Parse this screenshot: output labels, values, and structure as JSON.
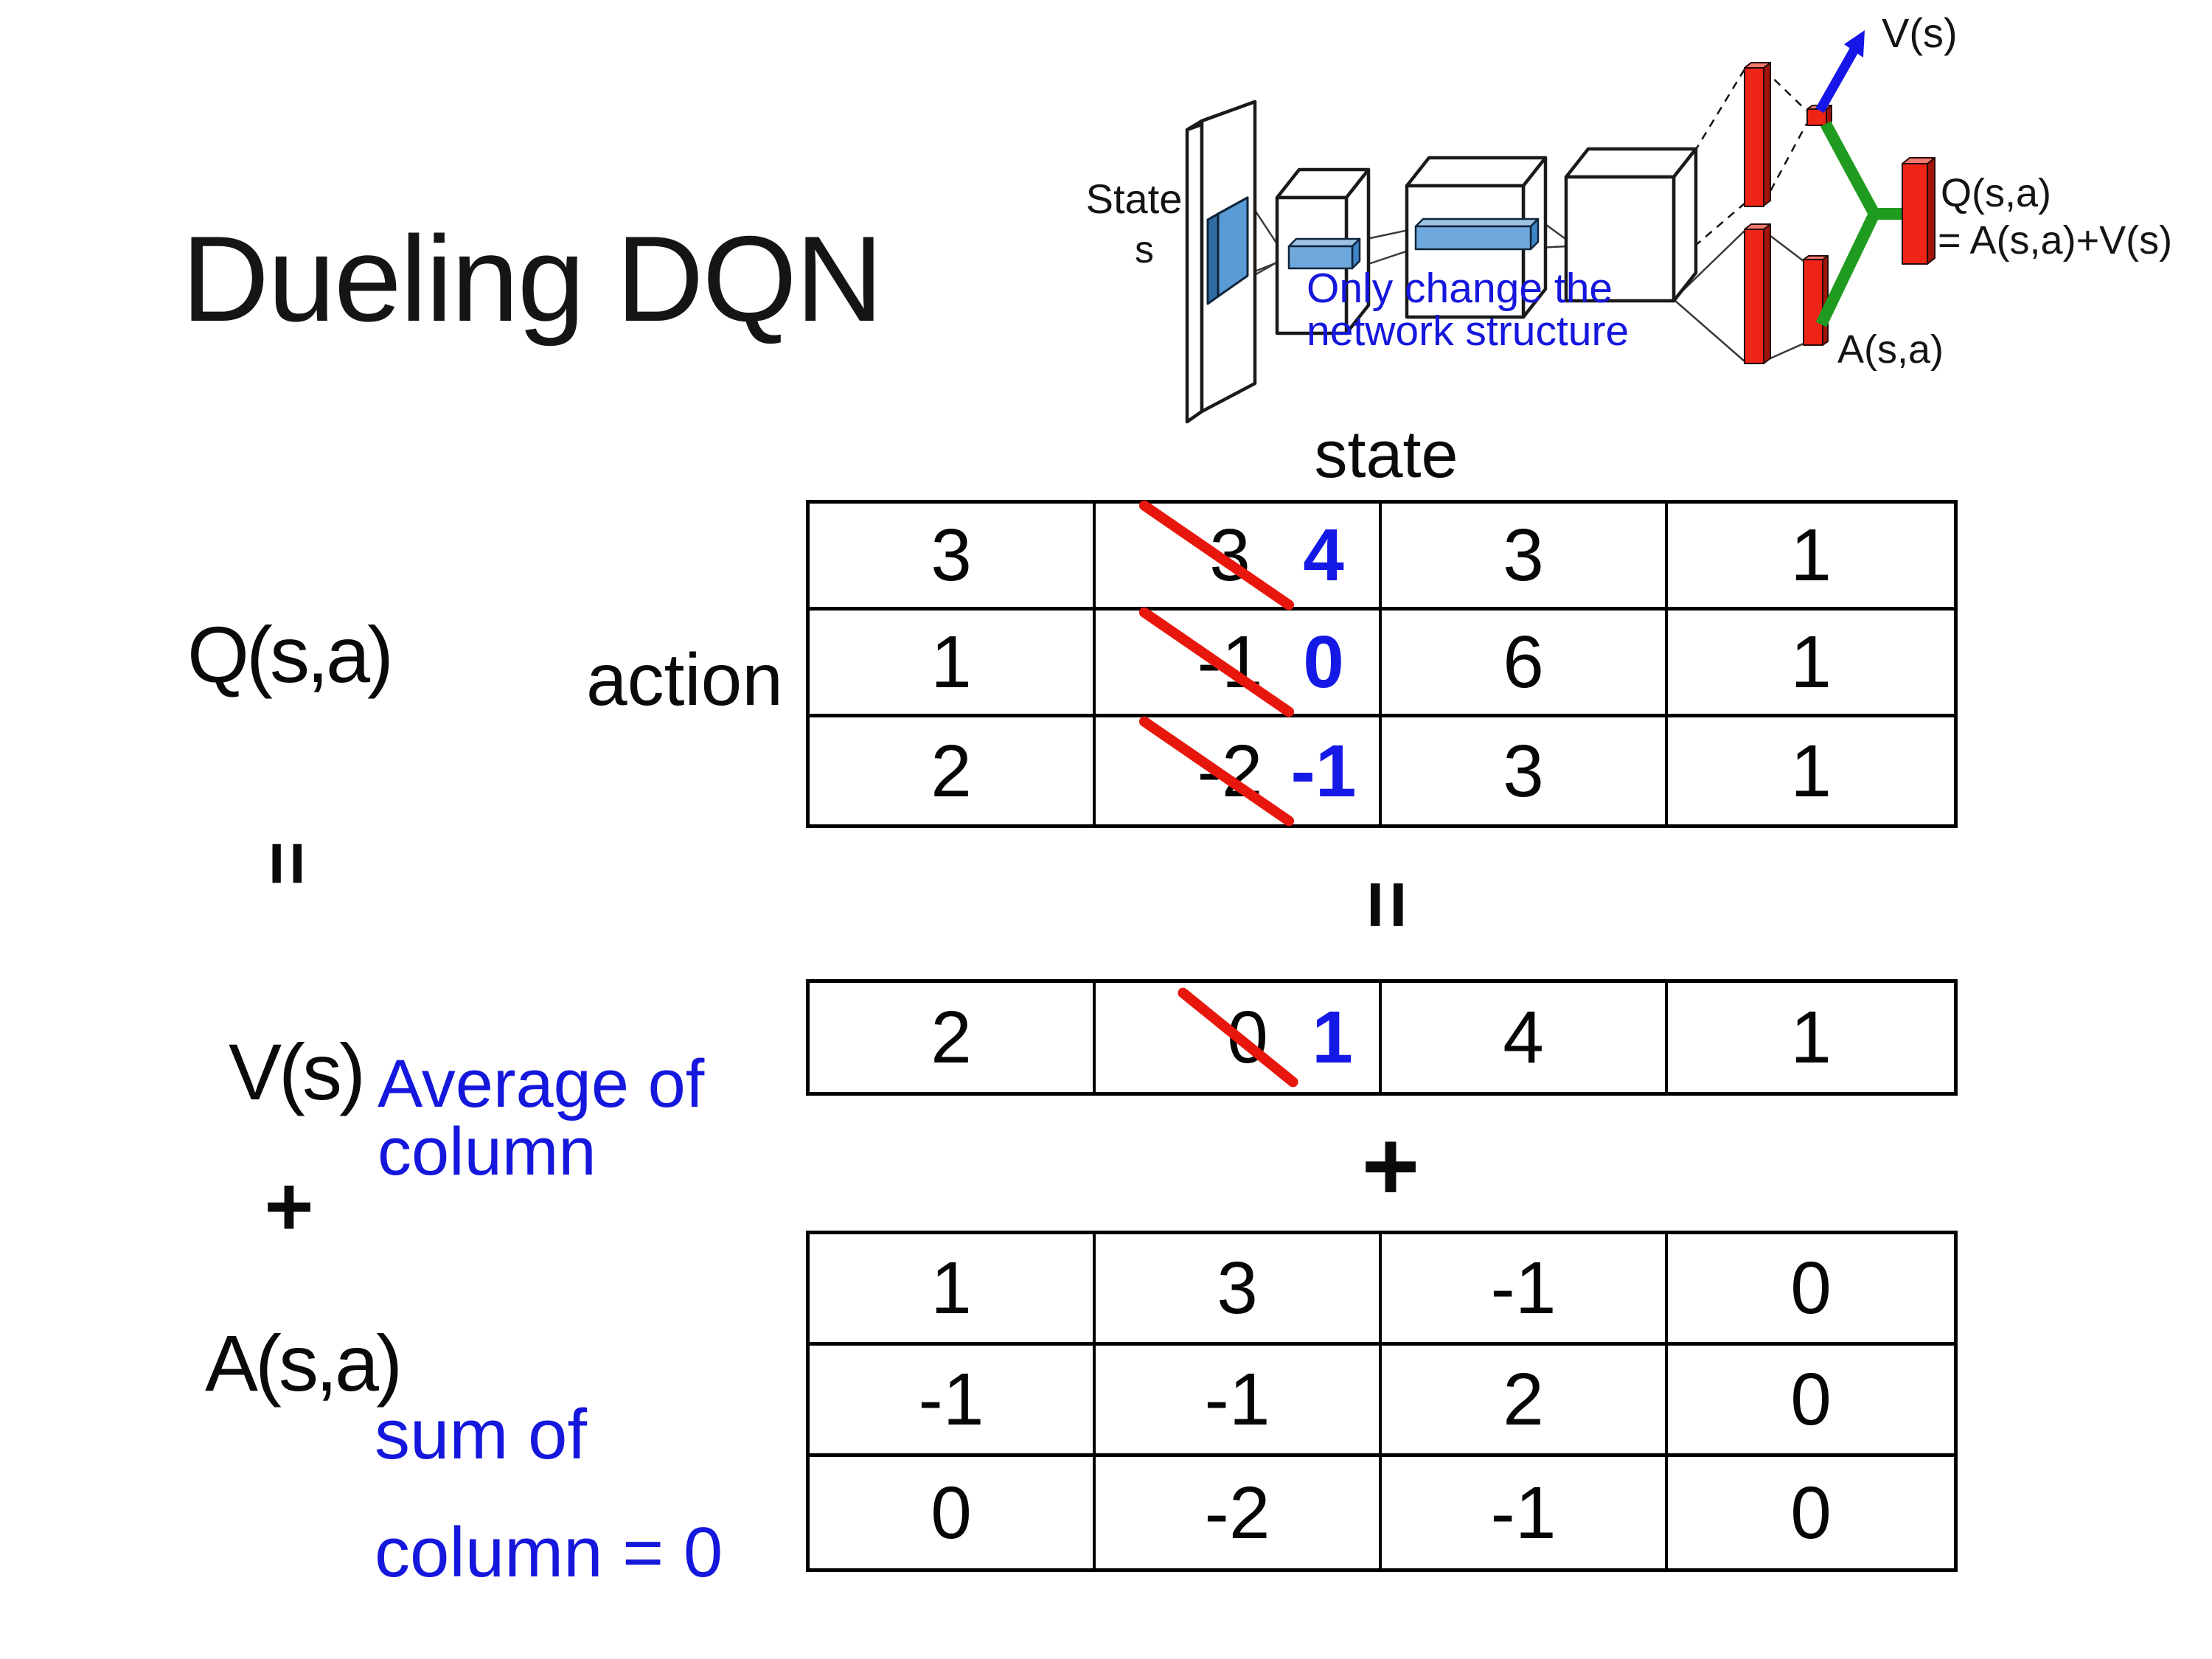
{
  "title": "Dueling DQN",
  "colors": {
    "accent_blue": "#1517dc",
    "digit_blue": "#1519e6",
    "strike_red": "#e8170d",
    "bar_red": "#ee2417",
    "merge_green": "#1f9c1f",
    "conv_blue": "#5b9bd5"
  },
  "network_diagram": {
    "input_label_line1": "State",
    "input_label_line2": "s",
    "note_line1": "Only change the",
    "note_line2": "network structure",
    "v_label": "V(s)",
    "q_label": "Q(s,a)",
    "q_eq_label": "= A(s,a)+V(s)",
    "a_label": "A(s,a)"
  },
  "matrix": {
    "state_label": "state",
    "action_label": "action",
    "q_label": "Q(s,a)",
    "equals_left": "=",
    "v_label": "V(s)",
    "plus_left": "+",
    "a_label": "A(s,a)",
    "equals_mid": "=",
    "plus_mid": "+",
    "avg_note_line1": "Average of",
    "avg_note_line2": "column",
    "sum_note_line1": "sum of",
    "sum_note_line2": "column = 0",
    "q_table": {
      "rows": [
        {
          "c0": "3",
          "old": "3",
          "new": "4",
          "c2": "3",
          "c3": "1"
        },
        {
          "c0": "1",
          "old": "-1",
          "new": "0",
          "c2": "6",
          "c3": "1"
        },
        {
          "c0": "2",
          "old": "-2",
          "new": "-1",
          "c2": "3",
          "c3": "1"
        }
      ]
    },
    "v_table": {
      "c0": "2",
      "old": "0",
      "new": "1",
      "c2": "4",
      "c3": "1"
    },
    "a_table": {
      "rows": [
        [
          "1",
          "3",
          "-1",
          "0"
        ],
        [
          "-1",
          "-1",
          "2",
          "0"
        ],
        [
          "0",
          "-2",
          "-1",
          "0"
        ]
      ]
    }
  }
}
